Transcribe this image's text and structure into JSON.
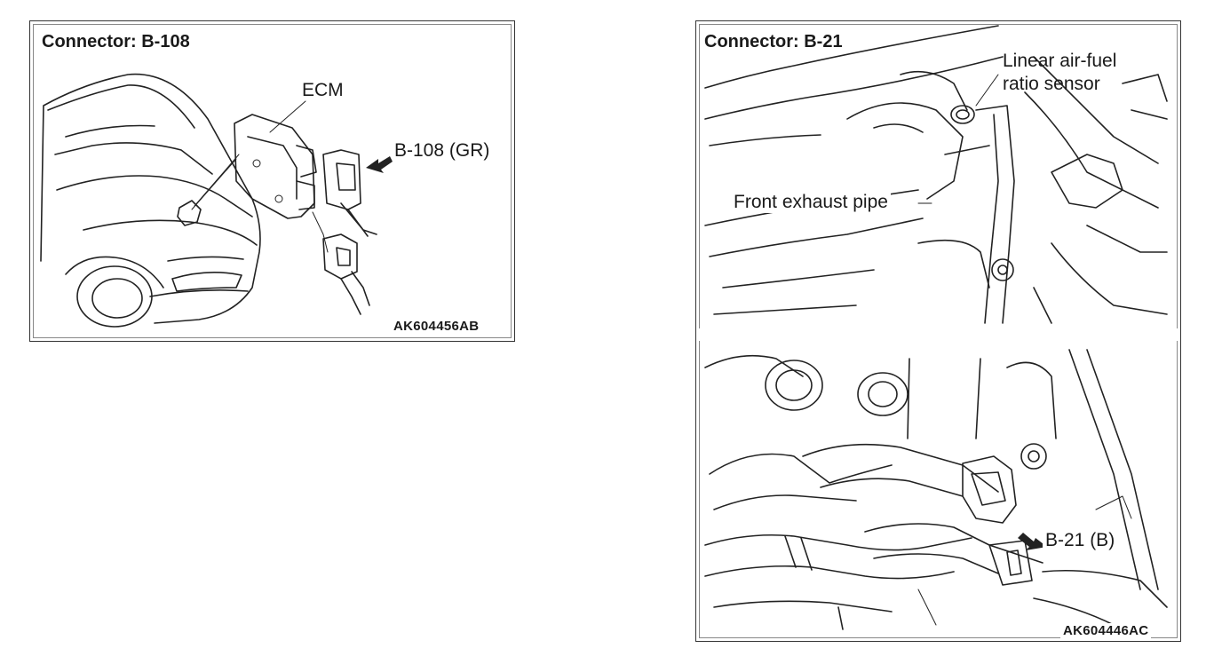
{
  "left_panel": {
    "title": "Connector: B-108",
    "ecm_label": "ECM",
    "connector_label": "B-108 (GR)",
    "figure_code": "AK604456AB"
  },
  "right_panel": {
    "title": "Connector: B-21",
    "sensor_label_line1": "Linear air-fuel",
    "sensor_label_line2": "ratio sensor",
    "pipe_label": "Front exhaust pipe",
    "connector_label": "B-21 (B)",
    "figure_code": "AK604446AC"
  }
}
